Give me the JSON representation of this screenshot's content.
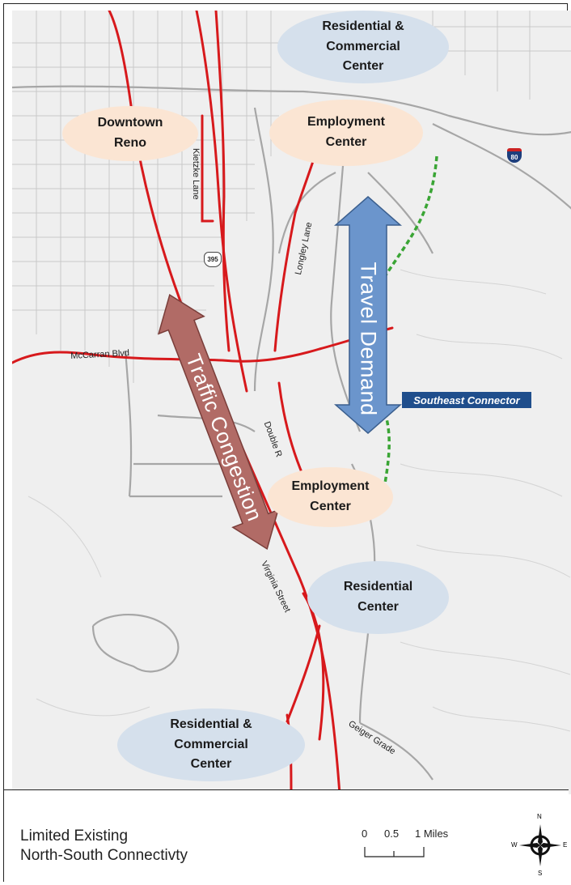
{
  "map": {
    "centers": [
      {
        "id": "res-comm-north",
        "lines": [
          "Residential &",
          "Commercial",
          "Center"
        ],
        "style": "blue"
      },
      {
        "id": "downtown",
        "lines": [
          "Downtown",
          "Reno"
        ],
        "style": "peach"
      },
      {
        "id": "employment-north",
        "lines": [
          "Employment",
          "Center"
        ],
        "style": "peach"
      },
      {
        "id": "employment-south",
        "lines": [
          "Employment",
          "Center"
        ],
        "style": "peach"
      },
      {
        "id": "residential",
        "lines": [
          "Residential",
          "Center"
        ],
        "style": "blue"
      },
      {
        "id": "res-comm-south",
        "lines": [
          "Residential &",
          "Commercial",
          "Center"
        ],
        "style": "blue"
      }
    ],
    "arrows": {
      "travel_demand": "Travel Demand",
      "traffic_congestion": "Traffic Congestion"
    },
    "road_labels": {
      "kietzke": "Kietzke Lane",
      "longley": "Longley Lane",
      "mccarran": "McCarran Blvd",
      "double_r": "Double R",
      "virginia": "Virginia Street",
      "geiger": "Geiger Grade"
    },
    "shields": {
      "us395": "395",
      "i80": "80"
    },
    "connector_label": "Southeast Connector",
    "colors": {
      "major_road": "#d7191c",
      "connector": "#3aa535",
      "travel_arrow": "#6b95cc",
      "congestion_arrow": "#b16b66",
      "blue_center": "#d5e0ec",
      "peach_center": "#fbe5d3"
    }
  },
  "legend": {
    "title_line1": "Limited Existing",
    "title_line2": "North-South Connectivty",
    "scale": {
      "ticks": [
        "0",
        "0.5",
        "1 Miles"
      ]
    },
    "compass": {
      "n": "N",
      "s": "S",
      "e": "E",
      "w": "W"
    }
  }
}
